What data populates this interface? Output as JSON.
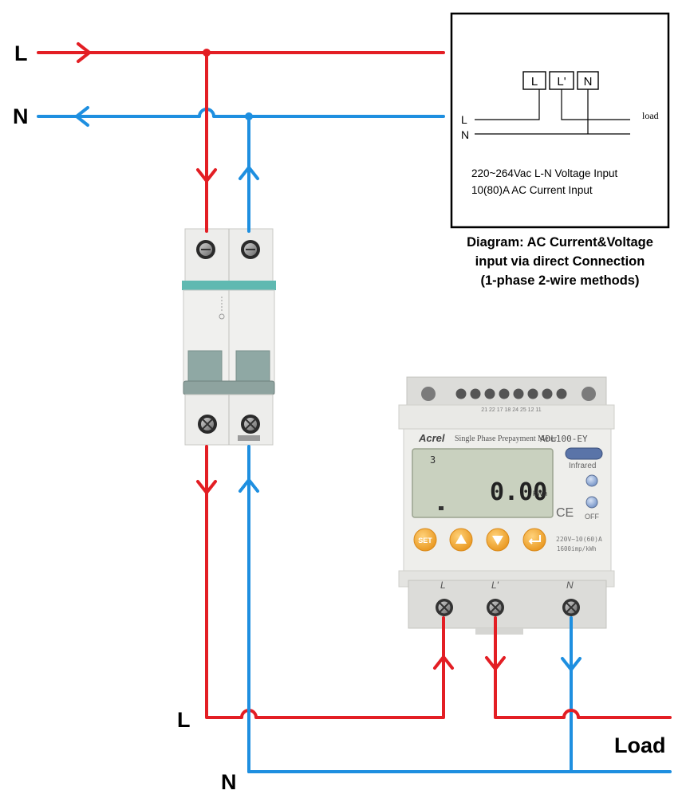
{
  "colors": {
    "line": "#e31e24",
    "neutral": "#1e8fe0",
    "breaker_teal": "#5fb9b1",
    "meter_body": "#e6e6e3",
    "lcd": "#c9d1bf",
    "button": "#f5a623"
  },
  "main_labels": {
    "line_top": "L",
    "neutral_top": "N",
    "line_bottom": "L",
    "neutral_bottom": "N",
    "load": "Load"
  },
  "inset": {
    "terminals": [
      "L",
      "L'",
      "N"
    ],
    "wire_line": "L",
    "wire_neutral": "N",
    "load_label": "load",
    "spec_voltage": "220~264Vac L-N Voltage Input",
    "spec_current": "10(80)A AC Current Input",
    "caption_1": "Diagram: AC Current&Voltage",
    "caption_2": "input via direct Connection",
    "caption_3": "(1-phase 2-wire methods)"
  },
  "meter": {
    "brand": "Acrel",
    "product": "Single Phase Prepayment Meter",
    "model": "ADL100-EY",
    "reading": "0.00",
    "unit": "kWh",
    "lcd_digit": "3",
    "infrared_label": "Infrared",
    "off_label": "OFF",
    "ce_mark": "CE",
    "rating": "220V~10(60)A",
    "constant": "1600imp/kWh",
    "set_button": "SET",
    "terminal_labels": [
      "L",
      "L'",
      "N"
    ],
    "top_terminals": "21 22 17 18 24 25 12 11"
  },
  "icons": [
    "arrow-right-icon",
    "arrow-left-icon",
    "arrow-down-icon",
    "arrow-up-icon",
    "screw-terminal-icon",
    "triangle-up-icon",
    "triangle-down-icon",
    "enter-icon"
  ]
}
